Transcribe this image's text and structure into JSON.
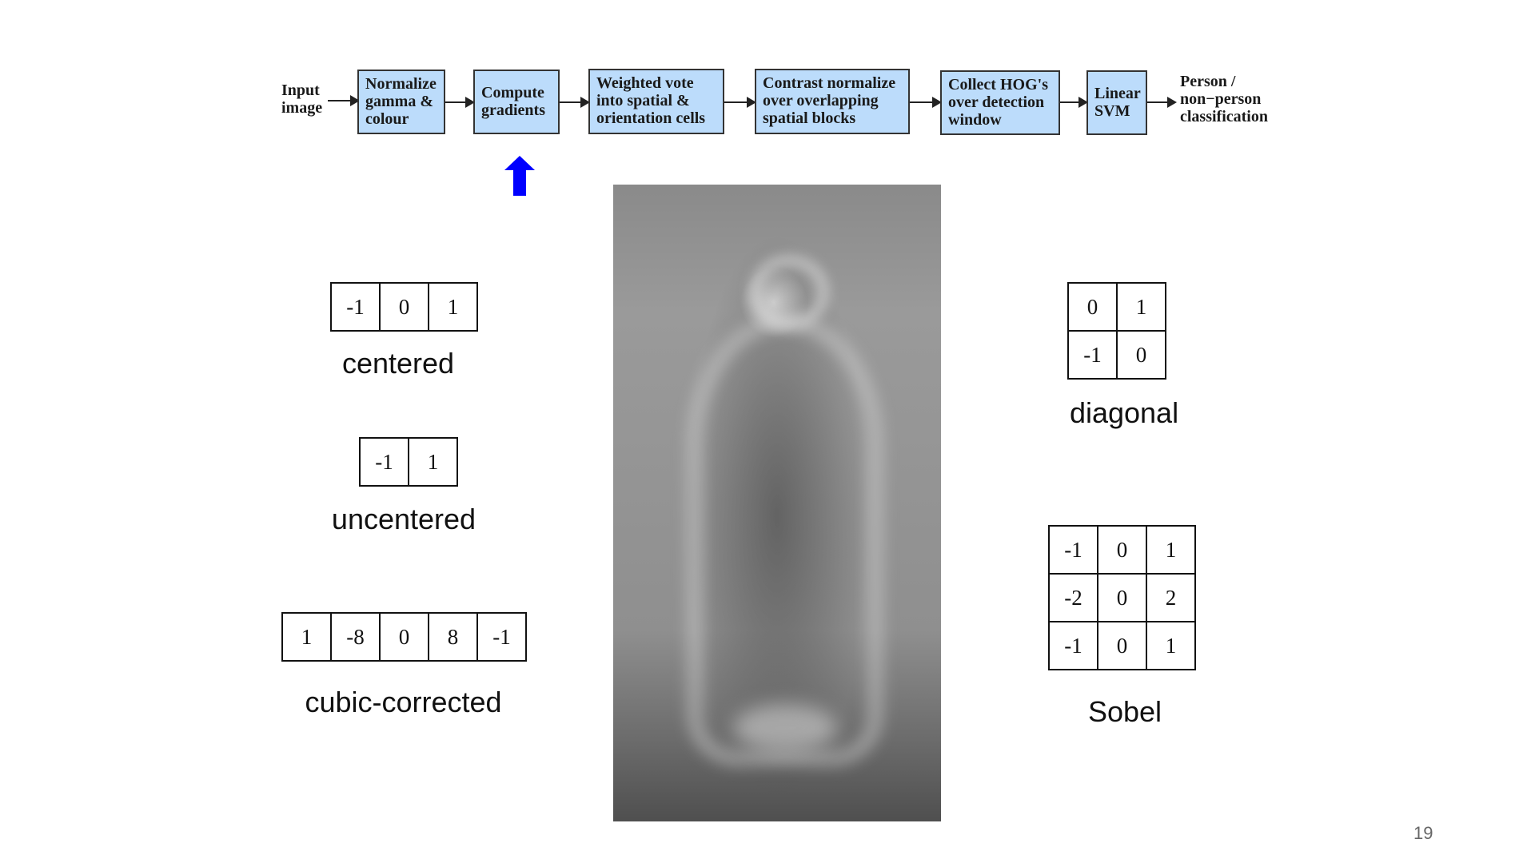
{
  "pipeline": {
    "input_label": "Input\nimage",
    "steps": [
      "Normalize\ngamma &\ncolour",
      "Compute\ngradients",
      "Weighted vote\ninto spatial &\norientation cells",
      "Contrast normalize\nover overlapping\nspatial blocks",
      "Collect HOG's\nover detection\nwindow",
      "Linear\nSVM"
    ],
    "output_label": "Person /\nnon−person\nclassification",
    "highlighted_step": "Compute\ngradients"
  },
  "colors": {
    "box_fill": "#bcdcfb",
    "highlight_arrow": "#0000ff"
  },
  "icons": {
    "highlight_arrow": "up-arrow-icon"
  },
  "image": {
    "description_name": "average-gradient-person-image"
  },
  "kernels": {
    "centered": {
      "label": "centered",
      "rows": [
        [
          "-1",
          "0",
          "1"
        ]
      ]
    },
    "uncentered": {
      "label": "uncentered",
      "rows": [
        [
          "-1",
          "1"
        ]
      ]
    },
    "cubic_corrected": {
      "label": "cubic-corrected",
      "rows": [
        [
          "1",
          "-8",
          "0",
          "8",
          "-1"
        ]
      ]
    },
    "diagonal": {
      "label": "diagonal",
      "rows": [
        [
          "0",
          "1"
        ],
        [
          "-1",
          "0"
        ]
      ]
    },
    "sobel": {
      "label": "Sobel",
      "rows": [
        [
          "-1",
          "0",
          "1"
        ],
        [
          "-2",
          "0",
          "2"
        ],
        [
          "-1",
          "0",
          "1"
        ]
      ]
    }
  },
  "page_number": "19"
}
